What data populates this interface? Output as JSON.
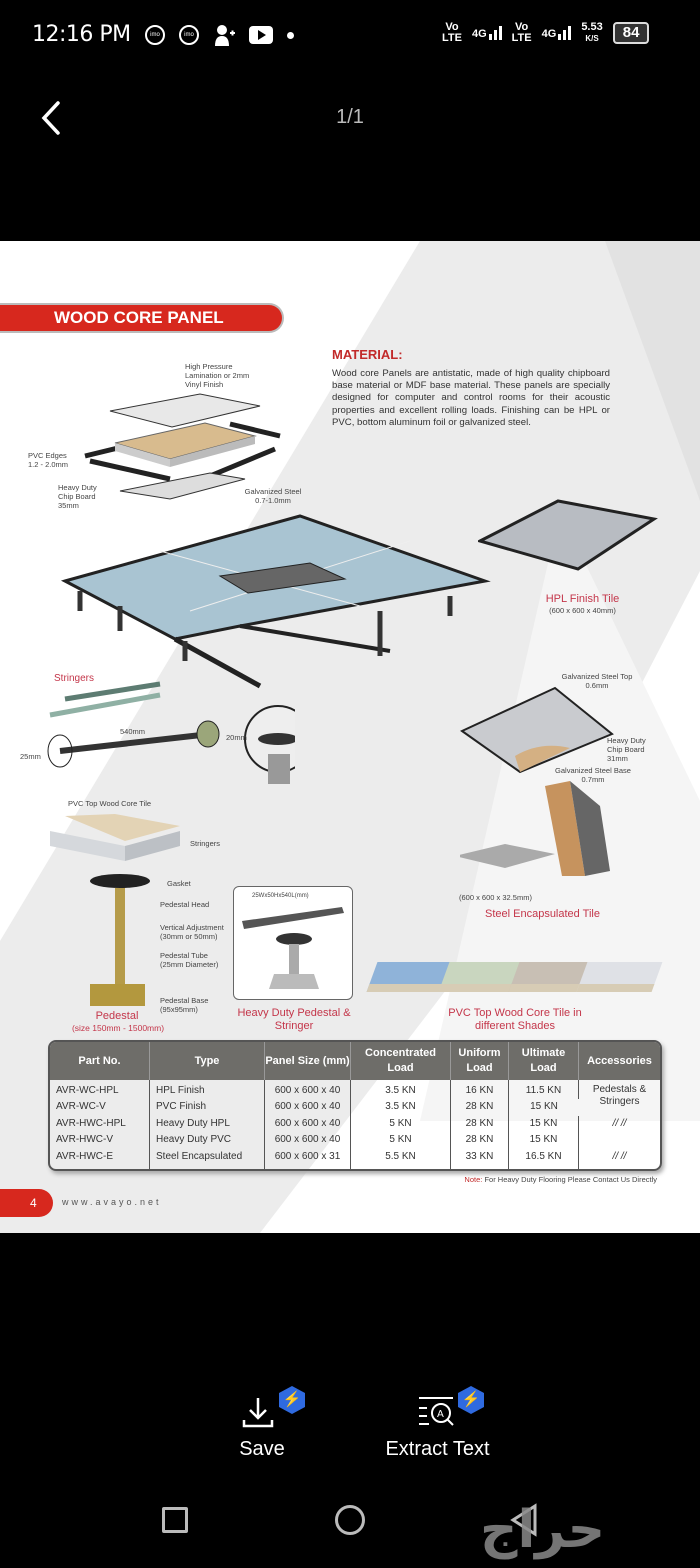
{
  "status_bar": {
    "time": "12:16 PM",
    "network1": [
      "Vo",
      "LTE"
    ],
    "net1_type": "4G",
    "network2": [
      "Vo",
      "LTE"
    ],
    "net2_type": "4G",
    "speed": "5.53",
    "speed_unit": "K/S",
    "battery": "84",
    "icons": [
      "imo-icon",
      "imo-icon",
      "add-contact-icon",
      "youtube-icon",
      "dot-icon"
    ]
  },
  "header": {
    "page_count": "1/1"
  },
  "document": {
    "banner": "WOOD CORE PANEL",
    "material": {
      "heading": "MATERIAL:",
      "body": "Wood core Panels are antistatic, made of high quality chipboard base material or MDF base material. These panels are specially designed for computer and control rooms for their acoustic properties and excellent rolling loads. Finishing can be HPL or PVC, bottom aluminum foil or galvanized steel."
    },
    "exploded_labels": {
      "hpl": "High Pressure Lamination or 2mm Vinyl Finish",
      "pvc_edges": "PVC Edges 1.2 - 2.0mm",
      "chip_board": "Heavy Duty Chip Board 35mm",
      "galv": "Galvanized Steel 0.7-1.0mm"
    },
    "hpl_tile": {
      "title": "HPL Finish Tile",
      "size": "(600 x 600 x 40mm)"
    },
    "stringers": {
      "title": "Stringers",
      "length": "540mm",
      "h1": "25mm",
      "h2": "20mm"
    },
    "steel_tile": {
      "top": "Galvanized Steel Top 0.6mm",
      "chip": "Heavy Duty Chip Board 31mm",
      "base": "Galvanized Steel Base 0.7mm",
      "size": "(600 x 600 x 32.5mm)",
      "title": "Steel Encapsulated Tile"
    },
    "pedestal": {
      "tile": "PVC Top Wood Core Tile",
      "stringers": "Stringers",
      "gasket": "Gasket",
      "head": "Pedestal Head",
      "vert": "Vertical Adjustment (30mm or 50mm)",
      "tube": "Pedestal Tube (25mm Diameter)",
      "base": "Pedestal Base (95x95mm)",
      "title": "Pedestal",
      "size": "(size 150mm - 1500mm)"
    },
    "heavy_duty": {
      "dim": "25Wx50Hx540L(mm)",
      "title": "Heavy Duty Pedestal & Stringer"
    },
    "shades": {
      "title": "PVC Top Wood Core Tile in different Shades",
      "colors": [
        "#8fb3d9",
        "#c9d6bf",
        "#c8bfb4",
        "#dfe1e6"
      ]
    },
    "table": {
      "headers": [
        "Part No.",
        "Type",
        "Panel Size (mm)",
        "Concentrated Load",
        "Uniform Load",
        "Ultimate Load",
        "Accessories"
      ],
      "rows": [
        [
          "AVR-WC-HPL",
          "HPL Finish",
          "600 x 600 x 40",
          "3.5 KN",
          "16 KN",
          "11.5 KN"
        ],
        [
          "AVR-WC-V",
          "PVC Finish",
          "600 x 600 x 40",
          "3.5 KN",
          "28 KN",
          "15 KN"
        ],
        [
          "AVR-HWC-HPL",
          "Heavy Duty HPL",
          "600 x 600 x 40",
          "5 KN",
          "28 KN",
          "15 KN"
        ],
        [
          "AVR-HWC-V",
          "Heavy Duty PVC",
          "600 x 600 x 40",
          "5 KN",
          "28 KN",
          "15 KN"
        ],
        [
          "AVR-HWC-E",
          "Steel Encapsulated",
          "600 x 600 x 31",
          "5.5 KN",
          "33 KN",
          "16.5 KN"
        ]
      ],
      "accessories": [
        "Pedestals & Stringers",
        "// //",
        "// //"
      ]
    },
    "note_label": "Note:",
    "note": "For Heavy Duty Flooring Please Contact Us Directly",
    "page_number": "4",
    "website": "www.avayo.net"
  },
  "actions": {
    "save": "Save",
    "extract": "Extract Text",
    "badge": "⚡"
  },
  "watermark": "حراج",
  "colors": {
    "accent_red": "#d7281e",
    "badge_blue": "#2f6ae0",
    "table_header": "#6e6d69"
  }
}
